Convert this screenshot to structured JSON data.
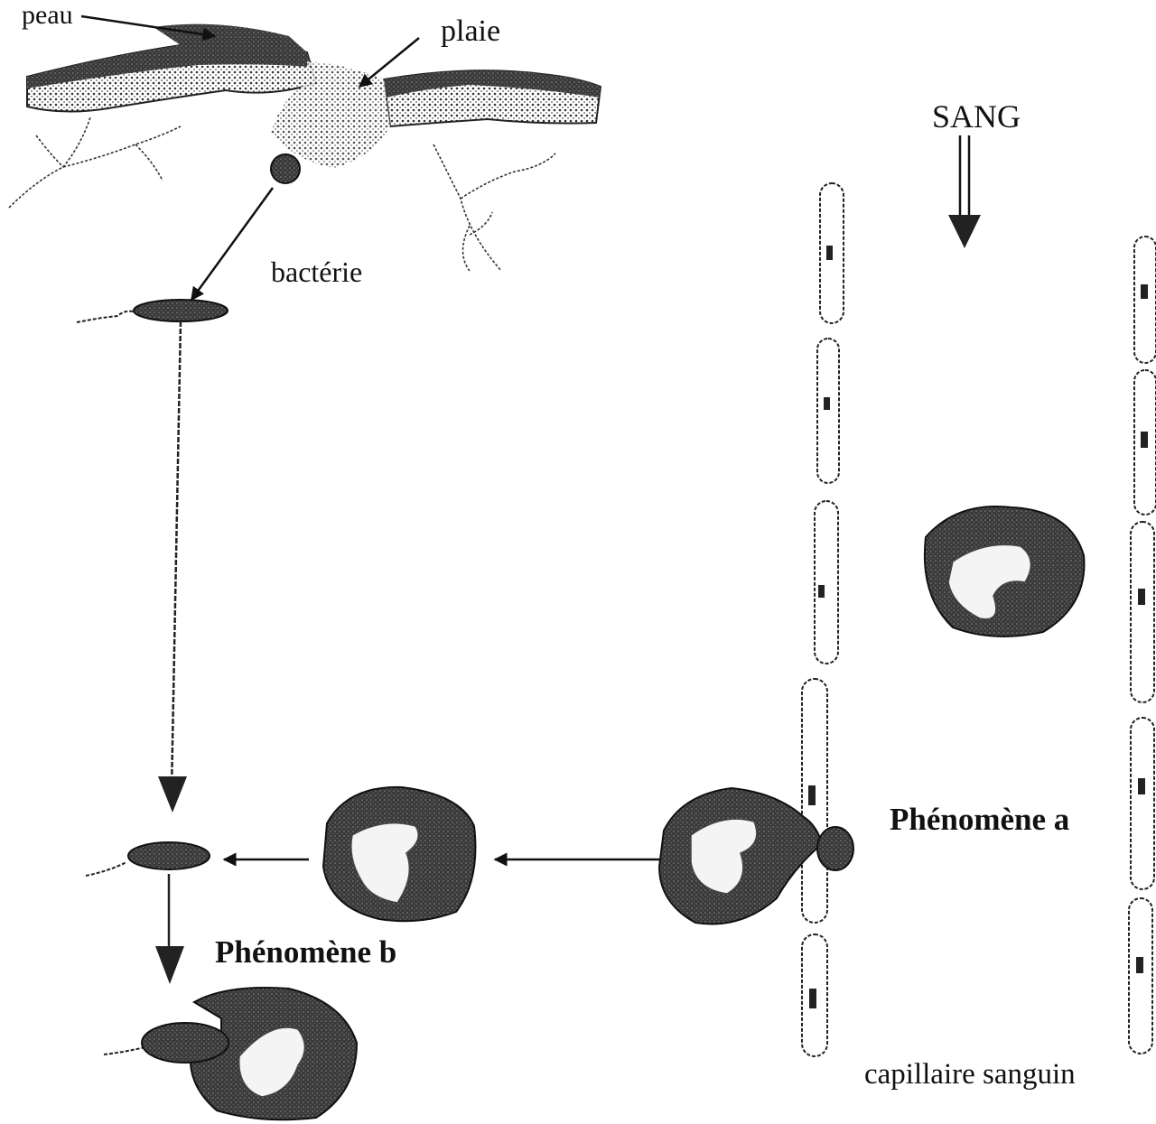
{
  "labels": {
    "peau": "peau",
    "plaie": "plaie",
    "sang": "SANG",
    "bacterie": "bactérie",
    "phenomene_a": "Phénomène a",
    "phenomene_b": "Phénomène b",
    "capillaire": "capillaire sanguin"
  }
}
